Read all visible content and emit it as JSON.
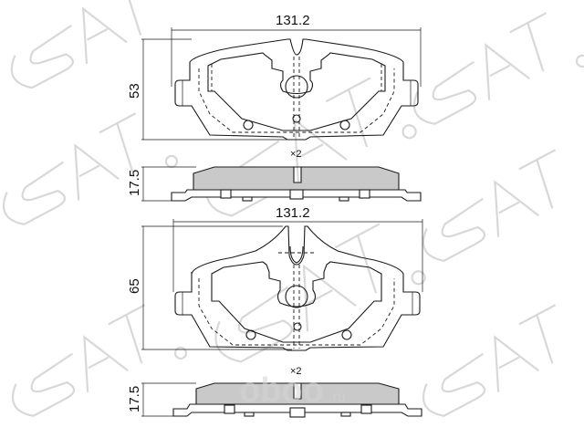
{
  "diagram": {
    "subject": "Brake pad set technical drawing",
    "views": [
      {
        "id": "pad-1-front",
        "width_label": "131.2",
        "height_label": "53",
        "quantity_label": "×2"
      },
      {
        "id": "pad-1-side",
        "thickness_label": "17.5"
      },
      {
        "id": "pad-2-front",
        "width_label": "131.2",
        "height_label": "65",
        "quantity_label": "×2"
      },
      {
        "id": "pad-2-side",
        "thickness_label": "17.5"
      }
    ],
    "watermarks": {
      "brand": "SAT",
      "registered_mark": "®",
      "site": "oboo",
      "site_suffix": ".ru"
    },
    "colors": {
      "line": "#1a1a1a",
      "friction_fill": "#c9c9c9",
      "watermark": "#d8d8d8",
      "background": "#ffffff"
    }
  }
}
